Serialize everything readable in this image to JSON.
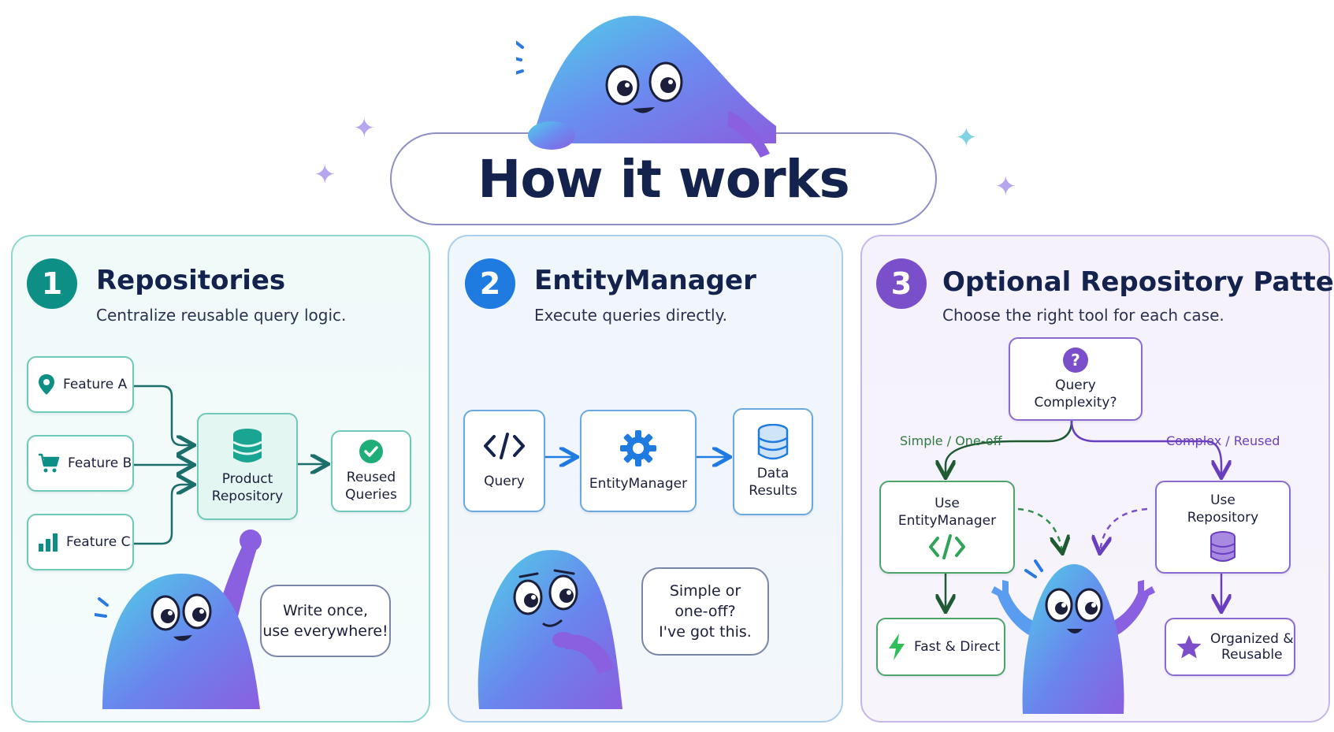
{
  "title": "How it works",
  "colors": {
    "navy": "#13234d",
    "teal": "#0e8f86",
    "blue": "#1f7be0",
    "purple": "#7b4fc9",
    "green": "#2f8f4e"
  },
  "panels": [
    {
      "number": "1",
      "title": "Repositories",
      "subtitle": "Centralize reusable query logic.",
      "features": [
        {
          "label": "Feature A",
          "icon": "map-pin-icon"
        },
        {
          "label": "Feature B",
          "icon": "shopping-cart-icon"
        },
        {
          "label": "Feature C",
          "icon": "bar-chart-icon"
        }
      ],
      "repository": {
        "line1": "Product",
        "line2": "Repository",
        "icon": "database-icon"
      },
      "result": {
        "line1": "Reused",
        "line2": "Queries",
        "icon": "check-circle-icon"
      },
      "bubble": {
        "line1": "Write once,",
        "line2": "use everywhere!"
      }
    },
    {
      "number": "2",
      "title": "EntityManager",
      "subtitle": "Execute queries directly.",
      "query": {
        "label": "Query",
        "icon": "code-icon"
      },
      "manager": {
        "label": "EntityManager",
        "icon": "gear-icon"
      },
      "results": {
        "line1": "Data",
        "line2": "Results",
        "icon": "database-icon"
      },
      "bubble": {
        "line1": "Simple or",
        "line2": "one-off?",
        "line3": "I've got this."
      }
    },
    {
      "number": "3",
      "title": "Optional Repository Pattern",
      "subtitle": "Choose the right tool for each case.",
      "decision": {
        "line1": "Query",
        "line2": "Complexity?",
        "icon": "question-icon"
      },
      "left_branch": "Simple / One-off",
      "right_branch": "Complex / Reused",
      "left_box": {
        "line1": "Use",
        "line2": "EntityManager",
        "icon": "code-icon"
      },
      "right_box": {
        "line1": "Use",
        "line2": "Repository",
        "icon": "database-icon"
      },
      "left_result": {
        "label": "Fast & Direct",
        "icon": "lightning-icon"
      },
      "right_result": {
        "line1": "Organized &",
        "line2": "Reusable",
        "icon": "star-icon"
      }
    }
  ]
}
